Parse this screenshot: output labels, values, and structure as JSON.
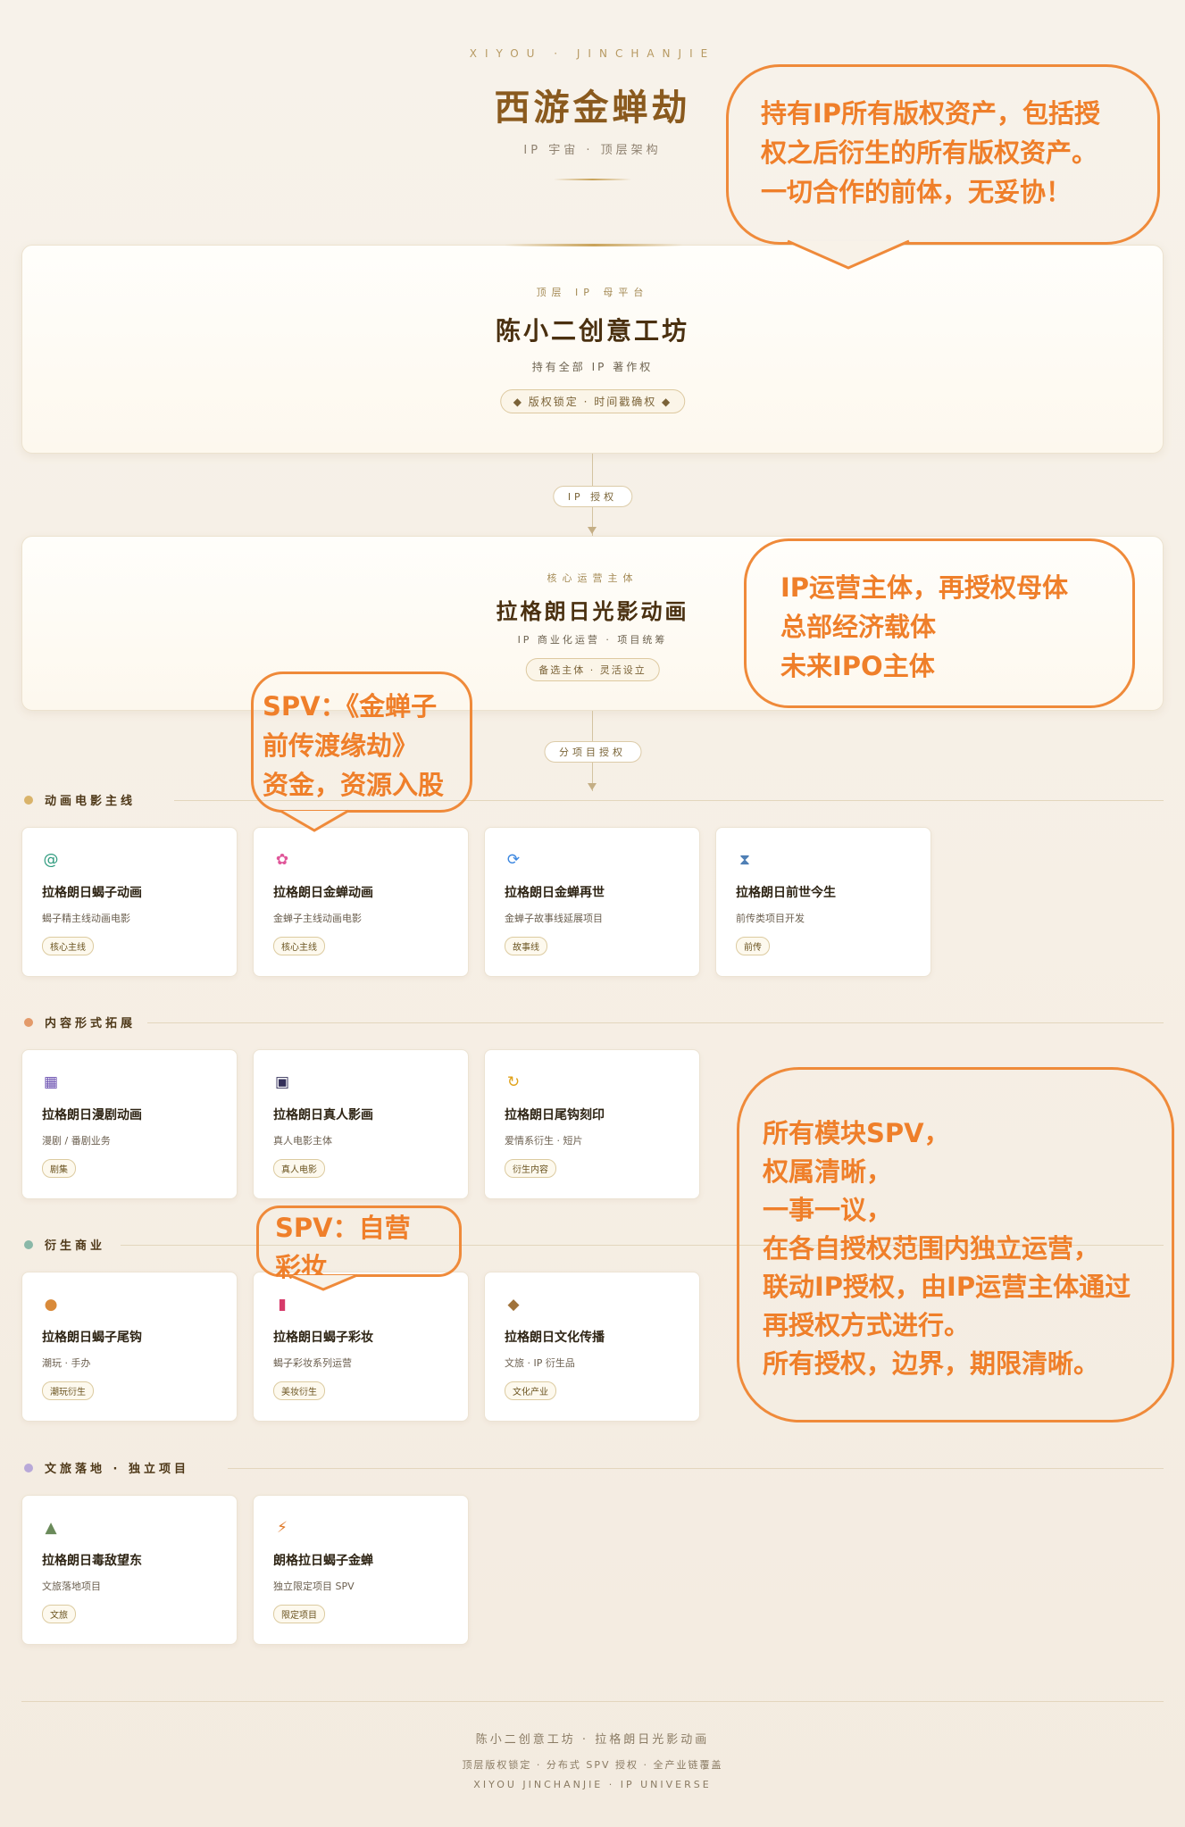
{
  "header": {
    "kicker": "XIYOU · JINCHANJIE",
    "title": "西游金蝉劫",
    "subtitle": "IP 宇宙 · 顶层架构"
  },
  "top_panel": {
    "kicker": "顶层 IP 母平台",
    "title": "陈小二创意工坊",
    "desc": "持有全部 IP 著作权",
    "pill": "◆ 版权锁定 · 时间戳确权 ◆"
  },
  "connector1": "IP 授权",
  "mid_panel": {
    "kicker": "核心运营主体",
    "title": "拉格朗日光影动画",
    "desc": "IP 商业化运营 · 项目统筹",
    "pill": "备选主体 · 灵活设立"
  },
  "connector2": "分项目授权",
  "sections": [
    {
      "label": "动画电影主线",
      "color": "#d9b36a",
      "cards": [
        {
          "icon": "spiral-icon",
          "glyph": "@",
          "icon_color": "#2f9b7e",
          "title": "拉格朗日蝎子动画",
          "desc": "蝎子精主线动画电影",
          "tag": "核心主线"
        },
        {
          "icon": "lotus-icon",
          "glyph": "✿",
          "icon_color": "#e0579a",
          "title": "拉格朗日金蝉动画",
          "desc": "金蝉子主线动画电影",
          "tag": "核心主线"
        },
        {
          "icon": "cycle-icon",
          "glyph": "⟳",
          "icon_color": "#3a86e0",
          "title": "拉格朗日金蝉再世",
          "desc": "金蝉子故事线延展项目",
          "tag": "故事线"
        },
        {
          "icon": "hourglass-icon",
          "glyph": "⧗",
          "icon_color": "#4f7fb5",
          "title": "拉格朗日前世今生",
          "desc": "前传类项目开发",
          "tag": "前传"
        }
      ]
    },
    {
      "label": "内容形式拓展",
      "color": "#e39a6a",
      "cards": [
        {
          "icon": "clapperboard-icon",
          "glyph": "▦",
          "icon_color": "#6a4fb0",
          "title": "拉格朗日漫剧动画",
          "desc": "漫剧 / 番剧业务",
          "tag": "剧集"
        },
        {
          "icon": "movie-camera-icon",
          "glyph": "▣",
          "icon_color": "#34305a",
          "title": "拉格朗日真人影画",
          "desc": "真人电影主体",
          "tag": "真人电影"
        },
        {
          "icon": "scorpion-tail-icon",
          "glyph": "↻",
          "icon_color": "#e0a21a",
          "title": "拉格朗日尾钩刻印",
          "desc": "爱情系衍生 · 短片",
          "tag": "衍生内容"
        }
      ]
    },
    {
      "label": "衍生商业",
      "color": "#8ab8a8",
      "cards": [
        {
          "icon": "teddy-bear-icon",
          "glyph": "●",
          "icon_color": "#d98a3a",
          "title": "拉格朗日蝎子尾钩",
          "desc": "潮玩 · 手办",
          "tag": "潮玩衍生"
        },
        {
          "icon": "lipstick-icon",
          "glyph": "▮",
          "icon_color": "#d63a6a",
          "title": "拉格朗日蝎子彩妆",
          "desc": "蝎子彩妆系列运营",
          "tag": "美妆衍生"
        },
        {
          "icon": "package-icon",
          "glyph": "◆",
          "icon_color": "#a0723a",
          "title": "拉格朗日文化传播",
          "desc": "文旅 · IP 衍生品",
          "tag": "文化产业"
        }
      ]
    },
    {
      "label": "文旅落地 · 独立项目",
      "color": "#b8a8d8",
      "cards": [
        {
          "icon": "mountain-icon",
          "glyph": "▲",
          "icon_color": "#6a8a5a",
          "title": "拉格朗日毒敌望东",
          "desc": "文旅落地项目",
          "tag": "文旅"
        },
        {
          "icon": "lightning-icon",
          "glyph": "⚡",
          "icon_color": "#e07a2a",
          "title": "朗格拉日蝎子金蝉",
          "desc": "独立限定项目 SPV",
          "tag": "限定项目"
        }
      ]
    }
  ],
  "footer": {
    "line1": "陈小二创意工坊 · 拉格朗日光影动画",
    "line2": "顶层版权锁定 · 分布式 SPV 授权 · 全产业链覆盖",
    "line3": "XIYOU JINCHANJIE · IP UNIVERSE"
  },
  "annotations": {
    "a1": "持有IP所有版权资产，包括授\n权之后衍生的所有版权资产。\n一切合作的前体，无妥协！",
    "a2": "IP运营主体，再授权母体\n总部经济载体\n未来IPO主体",
    "a3": "SPV：《金蝉子\n前传渡缘劫》\n资金，资源入股",
    "a4": "所有模块SPV，\n权属清晰，\n一事一议，\n在各自授权范围内独立运营，\n联动IP授权，由IP运营主体通过\n再授权方式进行。\n所有授权，边界，期限清晰。",
    "a5": "SPV：自营\n          彩妆",
    "color": "#ef8a3a"
  }
}
